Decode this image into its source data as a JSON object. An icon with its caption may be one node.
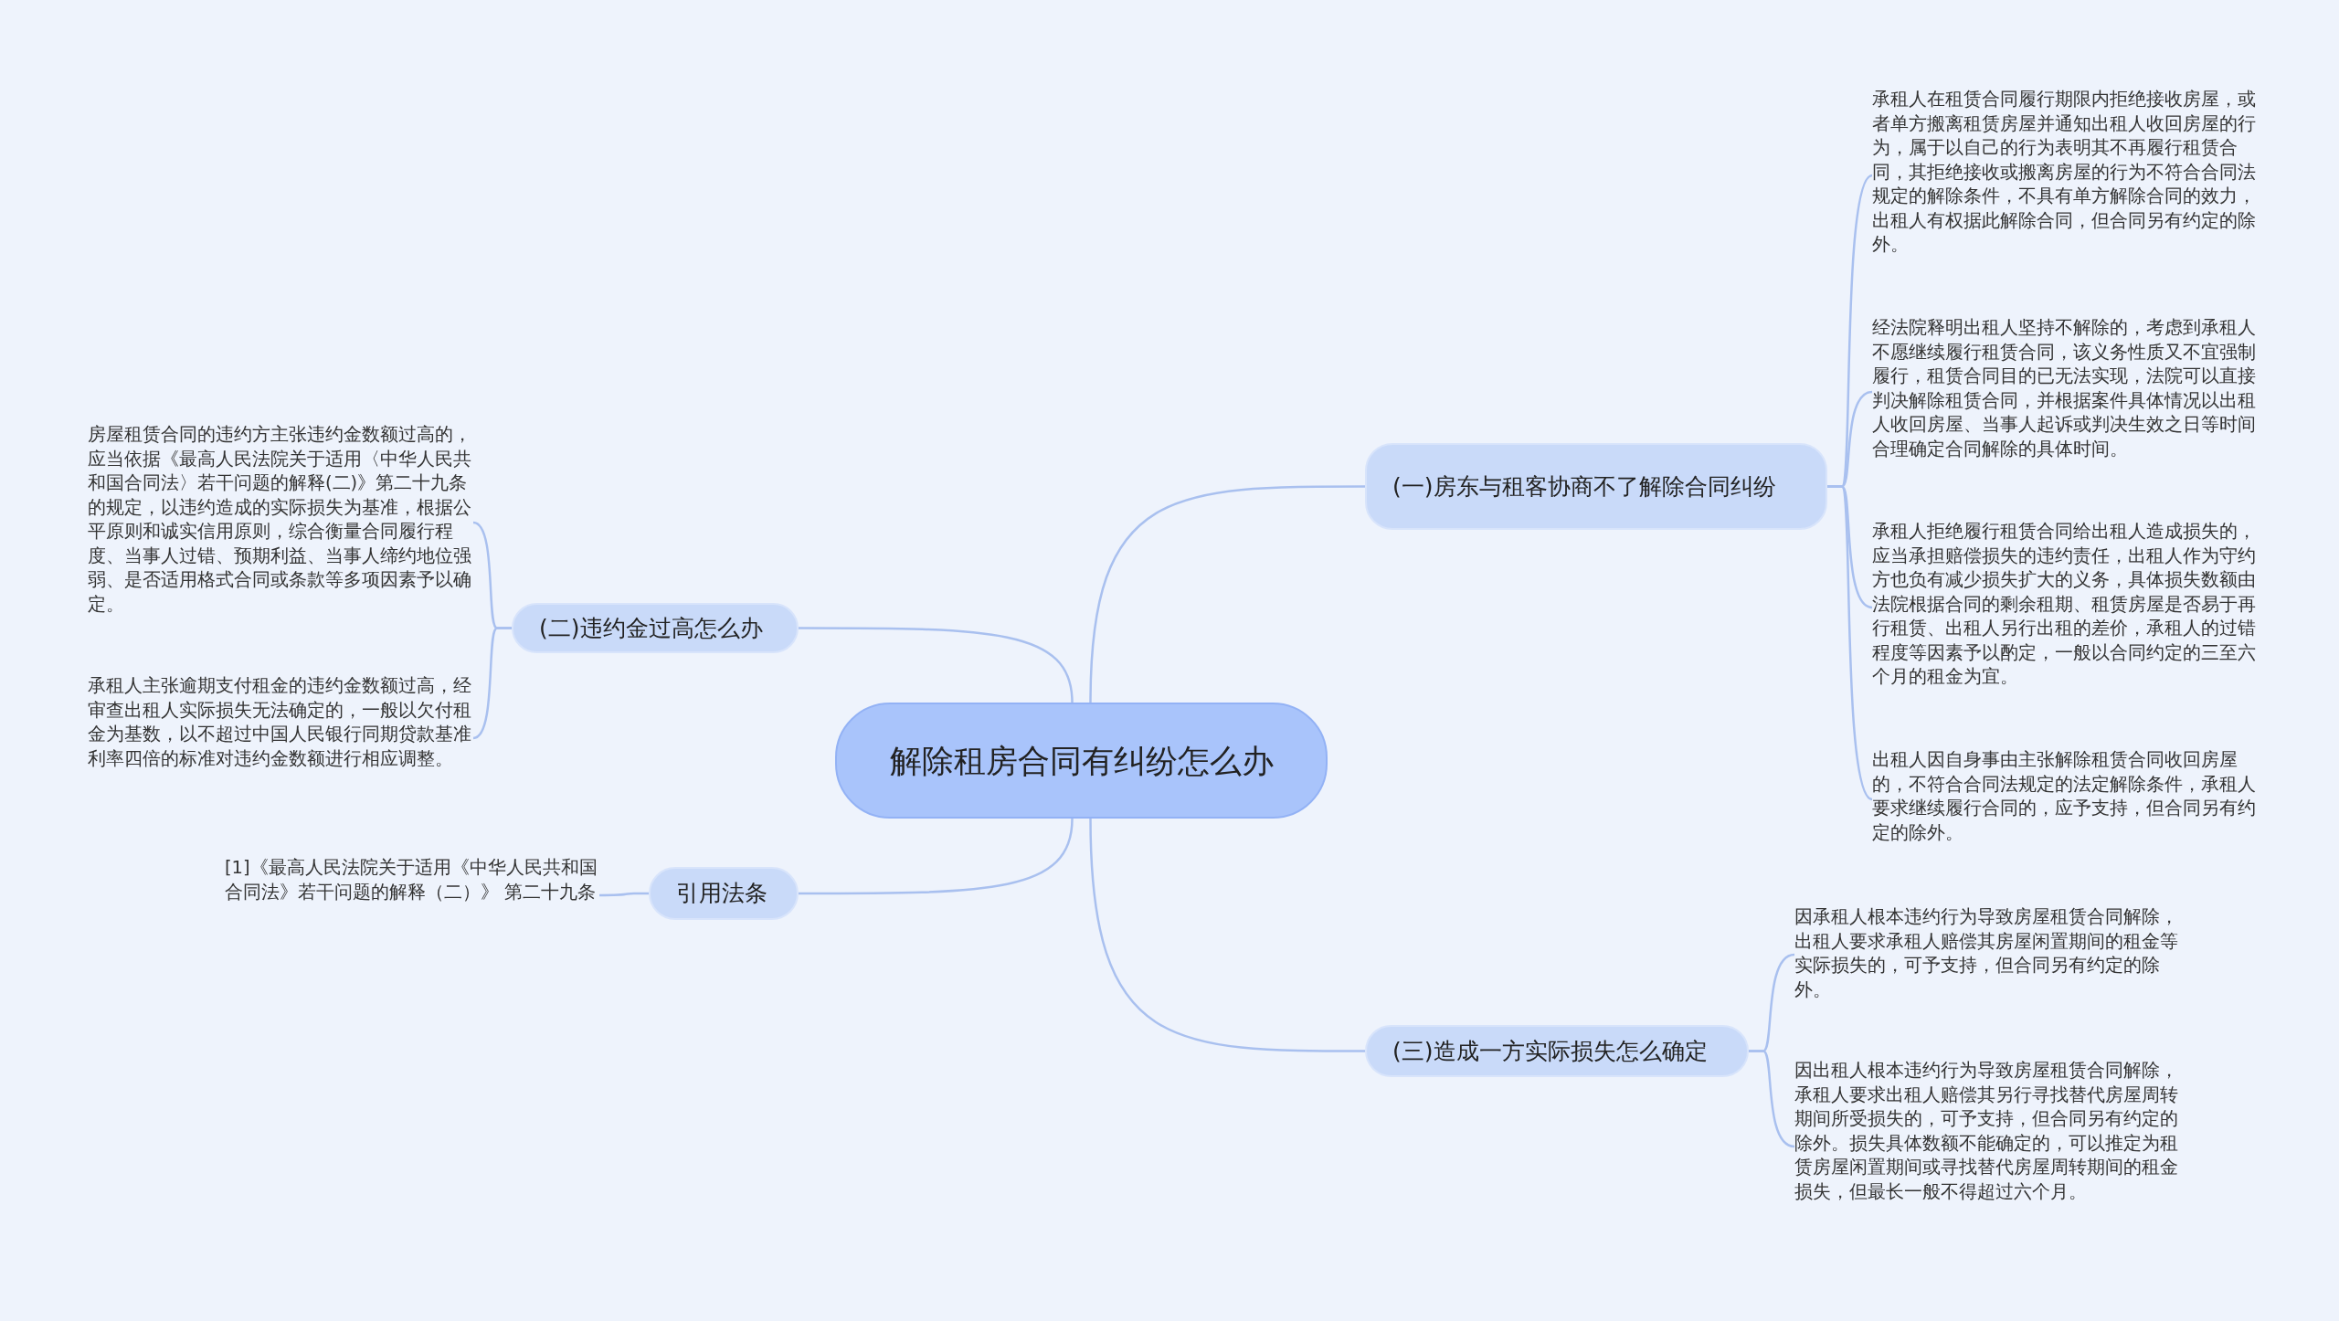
{
  "diagram": {
    "nodes": [
      {
        "text": [
          "解除租房合同有纠纷怎么办"
        ]
      },
      {
        "text": [
          "(一)房东与租客协商不了解除合同纠纷"
        ]
      },
      {
        "text": [
          "承租人在租赁合同履行期限内拒绝接收房屋，或者单方搬离租赁房屋并通知出租人收回房屋的行为，属于以自己的行为表明其不再履行租赁合同，其拒绝接收或搬离房屋的行为不符合合同法规定的解除条件，不具有单方解除合同的效力，出租人有权据此解除合同，但合同另有约定的除外。"
        ]
      },
      {
        "text": [
          "经法院释明出租人坚持不解除的，考虑到承租人不愿继续履行租赁合同，该义务性质又不宜强制履行，租赁合同目的已无法实现，法院可以直接判决解除租赁合同，并根据案件具体情况以出租人收回房屋、当事人起诉或判决生效之日等时间合理确定合同解除的具体时间。"
        ]
      },
      {
        "text": [
          "承租人拒绝履行租赁合同给出租人造成损失的，应当承担赔偿损失的违约责任，出租人作为守约方也负有减少损失扩大的义务，具体损失数额由法院根据合同的剩余租期、租赁房屋是否易于再行租赁、出租人另行出租的差价，承租人的过错程度等因素予以酌定，一般以合同约定的三至六个月的租金为宜。"
        ]
      },
      {
        "text": [
          "出租人因自身事由主张解除租赁合同收回房屋的，不符合合同法规定的法定解除条件，承租人要求继续履行合同的，应予支持，但合同另有约定的除外。"
        ]
      },
      {
        "text": [
          "(二)违约金过高怎么办"
        ]
      },
      {
        "text": [
          "房屋租赁合同的违约方主张违约金数额过高的，应当依据《最高人民法院关于适用〈中华人民共和国合同法〉若干问题的解释(二)》第二十九条的规定，以违约造成的实际损失为基准，根据公平原则和诚实信用原则，综合衡量合同履行程度、当事人过错、预期利益、当事人缔约地位强弱、是否适用格式合同或条款等多项因素予以确定。"
        ]
      },
      {
        "text": [
          "承租人主张逾期支付租金的违约金数额过高，经审查出租人实际损失无法确定的，一般以欠付租金为基数，以不超过中国人民银行同期贷款基准利率四倍的标准对违约金数额进行相应调整。"
        ]
      },
      {
        "text": [
          "引用法条"
        ]
      },
      {
        "text": [
          "[1]《最高人民法院关于适用《中华人民共和国合同法》若干问题的解释（二）》 第二十九条"
        ]
      },
      {
        "text": [
          "(三)造成一方实际损失怎么确定"
        ]
      },
      {
        "text": [
          "因承租人根本违约行为导致房屋租赁合同解除，出租人要求承租人赔偿其房屋闲置期间的租金等实际损失的，可予支持，但合同另有约定的除外。"
        ]
      },
      {
        "text": [
          "因出租人根本违约行为导致房屋租赁合同解除，承租人要求出租人赔偿其另行寻找替代房屋周转期间所受损失的，可予支持，但合同另有约定的除外。损失具体数额不能确定的，可以推定为租赁房屋闲置期间或寻找替代房屋周转期间的租金损失，但最长一般不得超过六个月。"
        ]
      }
    ],
    "edges": [
      {
        "from": 0,
        "to": 1,
        "arrow": "none"
      },
      {
        "from": 1,
        "to": 2,
        "arrow": "none"
      },
      {
        "from": 1,
        "to": 3,
        "arrow": "none"
      },
      {
        "from": 1,
        "to": 4,
        "arrow": "none"
      },
      {
        "from": 1,
        "to": 5,
        "arrow": "none"
      },
      {
        "from": 0,
        "to": 6,
        "arrow": "none"
      },
      {
        "from": 6,
        "to": 7,
        "arrow": "none"
      },
      {
        "from": 6,
        "to": 8,
        "arrow": "none"
      },
      {
        "from": 0,
        "to": 9,
        "arrow": "none"
      },
      {
        "from": 9,
        "to": 10,
        "arrow": "none"
      },
      {
        "from": 0,
        "to": 11,
        "arrow": "none"
      },
      {
        "from": 11,
        "to": 12,
        "arrow": "none"
      },
      {
        "from": 11,
        "to": 13,
        "arrow": "none"
      }
    ]
  }
}
